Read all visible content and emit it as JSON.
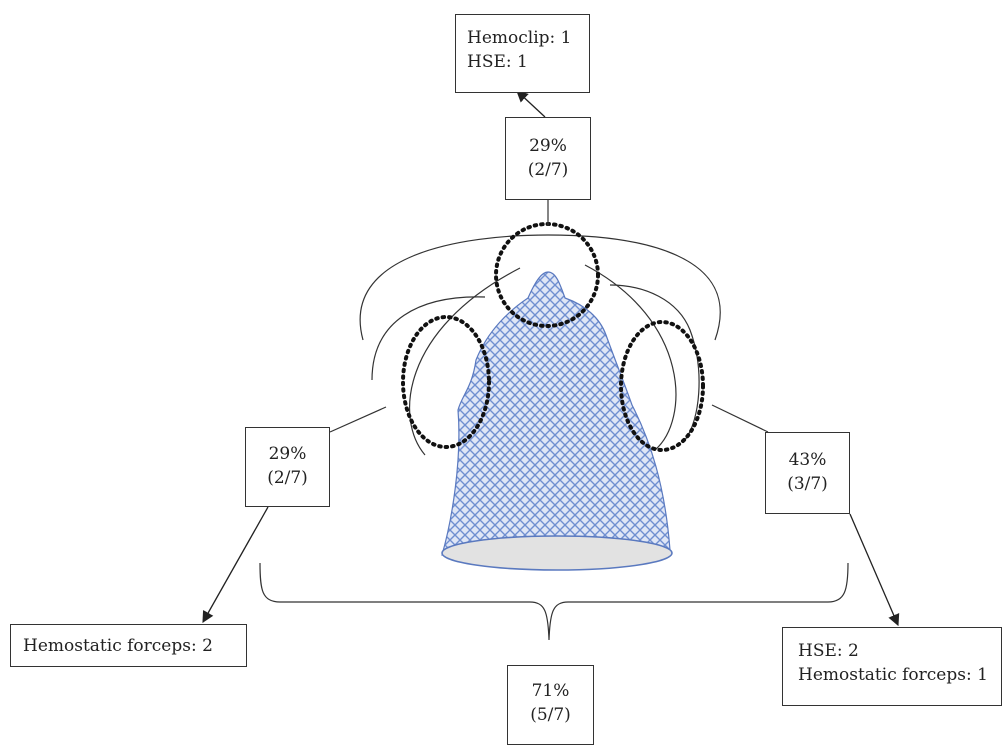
{
  "colors": {
    "line": "#333333",
    "hatch": "#6f8fd0",
    "hatch_bg": "#dfe6f6",
    "base_fill": "#e2e2e2"
  },
  "boxes": {
    "top_treatment": [
      "Hemoclip: 1",
      "HSE: 1"
    ],
    "top_percent": [
      "29%",
      "(2/7)"
    ],
    "left_percent": [
      "29%",
      "(2/7)"
    ],
    "right_percent": [
      "43%",
      "(3/7)"
    ],
    "left_treatment": [
      "Hemostatic forceps: 2"
    ],
    "right_treatment": [
      "HSE: 2",
      "Hemostatic forceps: 1"
    ],
    "bottom_percent": [
      "71%",
      "(5/7)"
    ]
  }
}
